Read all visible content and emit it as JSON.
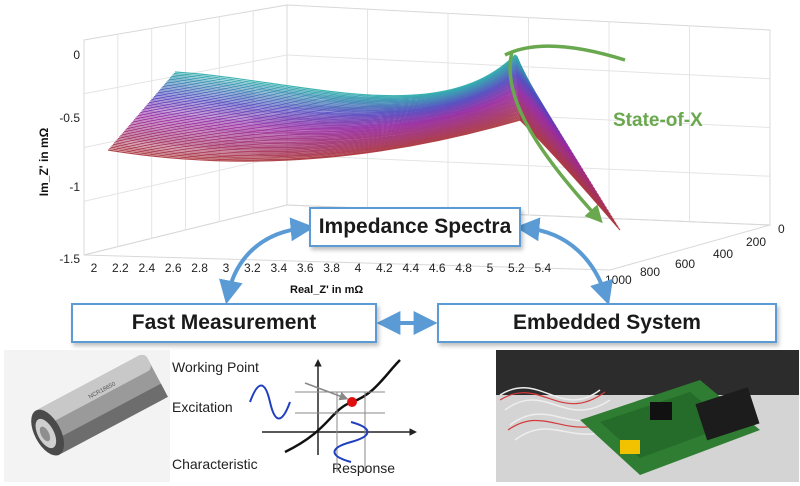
{
  "surface_chart": {
    "z_axis_label": "Im_Z'  in mΩ",
    "x_axis_label": "Real_Z'  in mΩ",
    "z_ticks": [
      "0",
      "-0.5",
      "-1",
      "-1.5"
    ],
    "x_ticks": [
      "2",
      "2.2",
      "2.4",
      "2.6",
      "2.8",
      "3",
      "3.2",
      "3.4",
      "3.6",
      "3.8",
      "4",
      "4.2",
      "4.4",
      "4.6",
      "4.8",
      "5",
      "5.2",
      "5.4"
    ],
    "y_ticks": [
      "0",
      "200",
      "400",
      "600",
      "800",
      "1000"
    ]
  },
  "state_label": "State-of-X",
  "boxes": {
    "impedance": "Impedance Spectra",
    "fast": "Fast Measurement",
    "embedded": "Embedded System"
  },
  "characteristic": {
    "working_point": "Working Point",
    "excitation": "Excitation",
    "characteristic": "Characteristic",
    "response": "Response"
  },
  "battery_label": "NCR18650",
  "colors": {
    "accent_blue": "#5b9bd5",
    "green": "#6aa84f",
    "red_point": "#e01010",
    "excitation_blue": "#1f3fbf"
  }
}
